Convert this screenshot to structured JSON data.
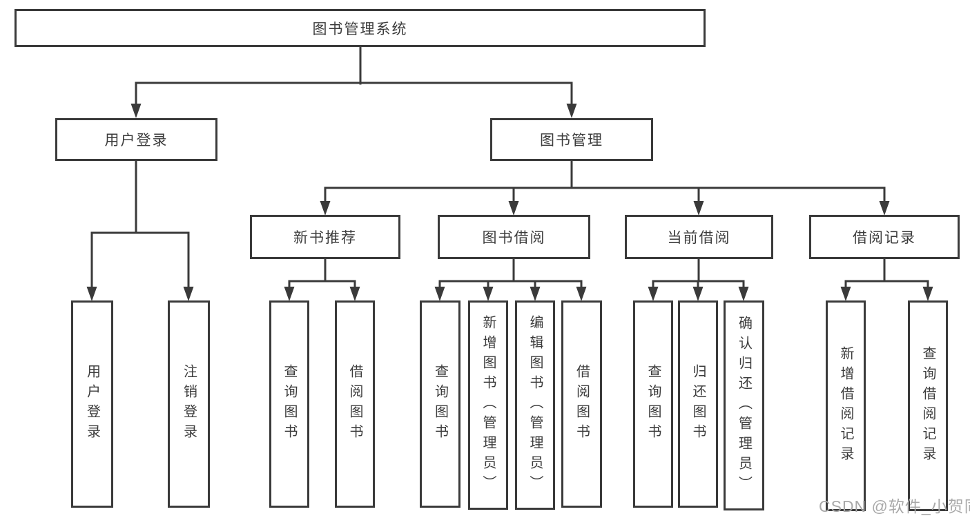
{
  "diagram": {
    "root": {
      "label": "图书管理系统"
    },
    "user_login": {
      "label": "用户登录",
      "children": [
        {
          "label": "用户登录"
        },
        {
          "label": "注销登录"
        }
      ]
    },
    "book_mgmt": {
      "label": "图书管理",
      "children": [
        {
          "label": "新书推荐",
          "children": [
            {
              "label": "查询图书"
            },
            {
              "label": "借阅图书"
            }
          ]
        },
        {
          "label": "图书借阅",
          "children": [
            {
              "label": "查询图书"
            },
            {
              "label": "新增图书（管理员）"
            },
            {
              "label": "编辑图书（管理员）"
            },
            {
              "label": "借阅图书"
            }
          ]
        },
        {
          "label": "当前借阅",
          "children": [
            {
              "label": "查询图书"
            },
            {
              "label": "归还图书"
            },
            {
              "label": "确认归还（管理员）"
            }
          ]
        },
        {
          "label": "借阅记录",
          "children": [
            {
              "label": "新增借阅记录"
            },
            {
              "label": "查询借阅记录"
            }
          ]
        }
      ]
    }
  },
  "watermark": "CSDN @软件_小贺同学",
  "colors": {
    "line": "#3a3a3a",
    "text": "#3c3c3c",
    "watermark": "#a9a9a9",
    "background": "#ffffff"
  }
}
